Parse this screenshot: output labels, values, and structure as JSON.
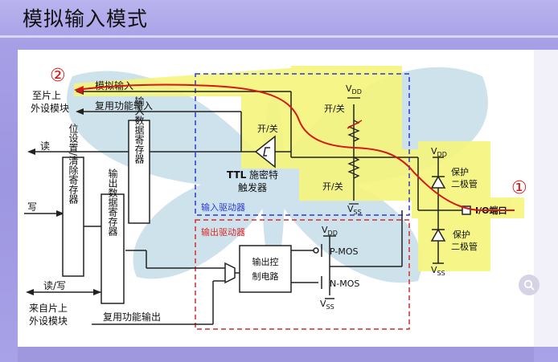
{
  "slide": {
    "title": "模拟输入模式"
  },
  "annotations": {
    "marker_left": "②",
    "marker_right": "①"
  },
  "diagram": {
    "outputs": {
      "chip_periph_top": "至片上",
      "chip_periph_bottom": "外设模块",
      "analog_in": "模拟输入",
      "alt_in": "复用功能输入",
      "read": "读",
      "write": "写",
      "read_write": "读/写",
      "from_periph_top": "来自片上",
      "from_periph_bottom": "外设模块",
      "alt_out": "复用功能输出"
    },
    "registers": {
      "input_data": "输入数据寄存器",
      "set_clear": "位设置/清除寄存器",
      "output_data": "输出数据寄存器"
    },
    "input_driver": {
      "label": "输入驱动器",
      "switch": "开/关",
      "trigger_line1": "TTL",
      "trigger_line1b": "施密特",
      "trigger_line2": "触发器",
      "vdd": "V",
      "vdd_sub": "DD",
      "vss": "V",
      "vss_sub": "SS"
    },
    "output_driver": {
      "label": "输出驱动器",
      "ctrl_line1": "输出控",
      "ctrl_line2": "制电路",
      "pmos": "P-MOS",
      "nmos": "N-MOS",
      "vdd": "V",
      "vdd_sub": "DD",
      "vss": "V",
      "vss_sub": "SS"
    },
    "protection": {
      "top_line1": "保护",
      "top_line2": "二极管",
      "bottom_line1": "保护",
      "bottom_line2": "二极管",
      "vdd": "V",
      "vdd_sub": "DD",
      "vss": "V",
      "vss_sub": "SS"
    },
    "io_port": "I/O端口"
  },
  "colors": {
    "yellow_highlight": "#f4f47a",
    "blue_dash": "#2a3bd6",
    "red_dash": "#d92a2a",
    "red_annotation": "#d41818",
    "butterfly": "#bcd6e4"
  }
}
